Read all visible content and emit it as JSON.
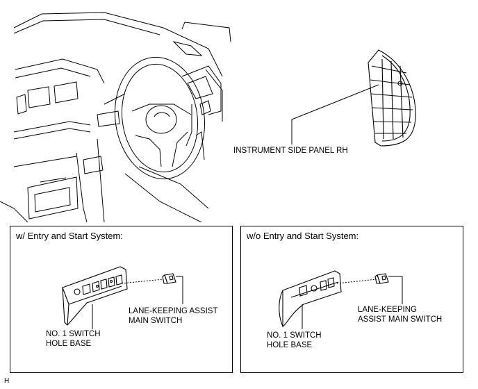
{
  "top": {
    "panel_label": "INSTRUMENT SIDE PANEL RH"
  },
  "left_box": {
    "title": "w/ Entry and Start System:",
    "switch_label_1": "LANE-KEEPING ASSIST",
    "switch_label_2": "MAIN SWITCH",
    "base_label_1": "NO. 1 SWITCH",
    "base_label_2": "HOLE BASE"
  },
  "right_box": {
    "title": "w/o Entry and Start System:",
    "switch_label_1": "LANE-KEEPING",
    "switch_label_2": "ASSIST MAIN SWITCH",
    "base_label_1": "NO. 1 SWITCH",
    "base_label_2": "HOLE BASE"
  },
  "footer": {
    "code": "H"
  }
}
